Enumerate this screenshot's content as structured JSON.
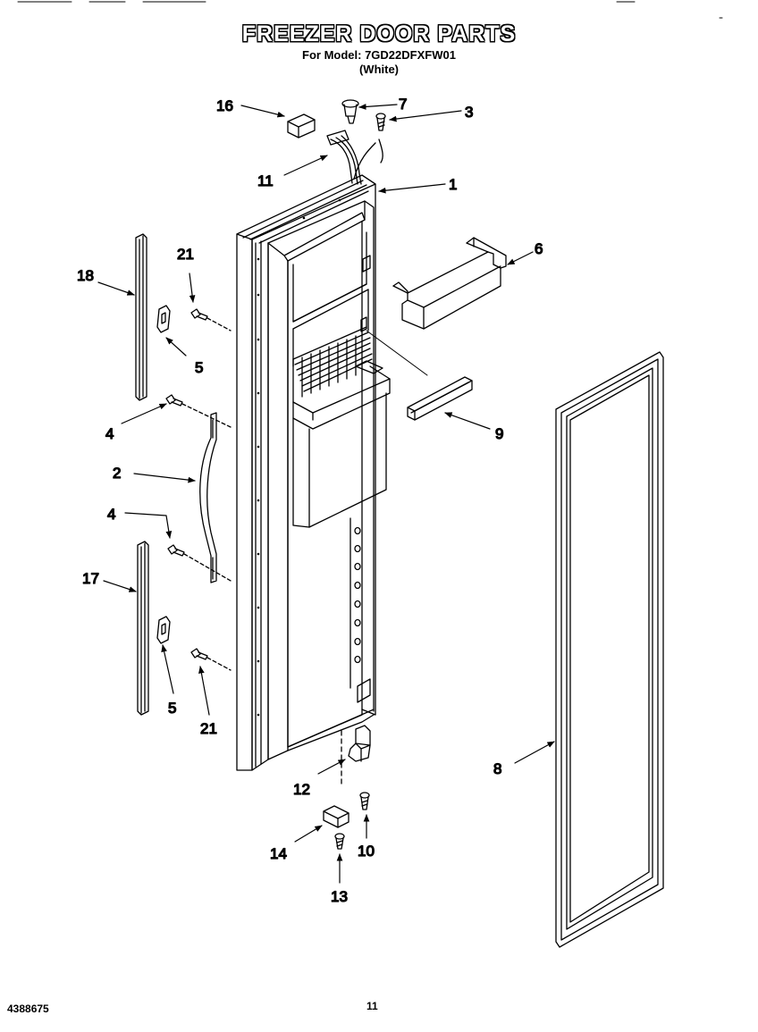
{
  "header": {
    "title": "FREEZER DOOR PARTS",
    "model_line": "For Model: 7GD22DFXFW01",
    "color_line": "(White)"
  },
  "callouts": {
    "c1": "1",
    "c2": "2",
    "c3": "3",
    "c4a": "4",
    "c4b": "4",
    "c5a": "5",
    "c5b": "5",
    "c6": "6",
    "c7": "7",
    "c8": "8",
    "c9": "9",
    "c10": "10",
    "c11": "11",
    "c12": "12",
    "c13": "13",
    "c14": "14",
    "c16": "16",
    "c17": "17",
    "c18": "18",
    "c21a": "21",
    "c21b": "21"
  },
  "footer": {
    "doc_number": "4388675",
    "page_number": "11"
  }
}
